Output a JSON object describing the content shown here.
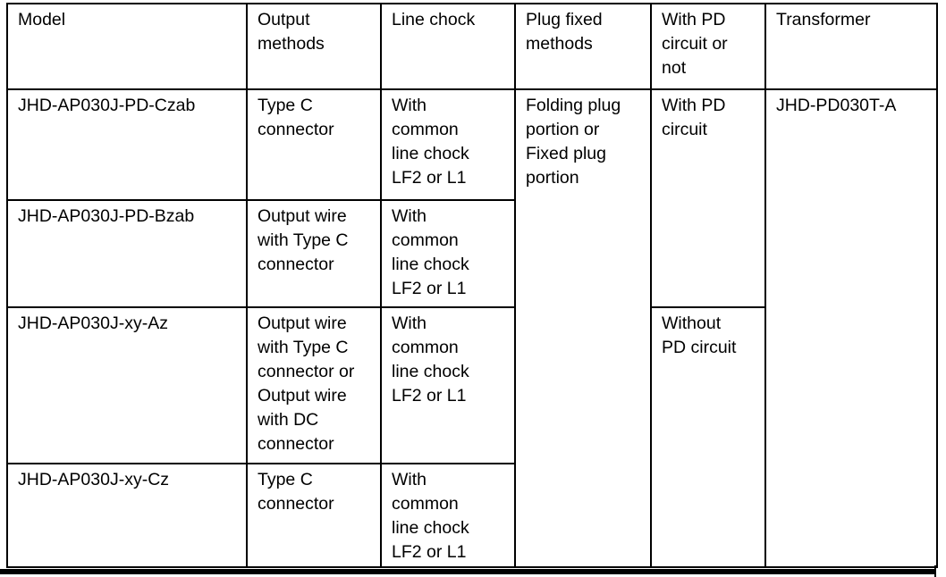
{
  "document": {
    "background_color": "#ffffff",
    "rule_color": "#000000",
    "text_color": "#000000"
  },
  "table": {
    "header": {
      "model": "Model",
      "output_methods": "Output\nmethods",
      "line_chock": "Line chock",
      "plug_fixed_methods": "Plug fixed\nmethods",
      "pd_circuit": "With PD\ncircuit or\nnot",
      "transformer": "Transformer"
    },
    "merged": {
      "plug_fixed_methods": "Folding plug\nportion or\nFixed plug\nportion",
      "with_pd_circuit": "With PD\ncircuit",
      "without_pd_circuit": "Without\nPD circuit",
      "transformer_model": "JHD-PD030T-A"
    },
    "rows": [
      {
        "model": "JHD-AP030J-PD-Czab",
        "output_method": "Type C\nconnector",
        "line_chock": "With\ncommon\nline chock\nLF2 or L1"
      },
      {
        "model": "JHD-AP030J-PD-Bzab",
        "output_method": "Output wire\nwith Type C\nconnector",
        "line_chock": "With\ncommon\nline chock\nLF2 or L1"
      },
      {
        "model": "JHD-AP030J-xy-Az",
        "output_method": "Output wire\nwith Type C\nconnector or\nOutput wire\nwith DC\nconnector",
        "line_chock": "With\ncommon\nline chock\nLF2 or L1"
      },
      {
        "model": "JHD-AP030J-xy-Cz",
        "output_method": "Type C\nconnector",
        "line_chock": "With\ncommon\nline chock\nLF2 or L1"
      }
    ]
  }
}
